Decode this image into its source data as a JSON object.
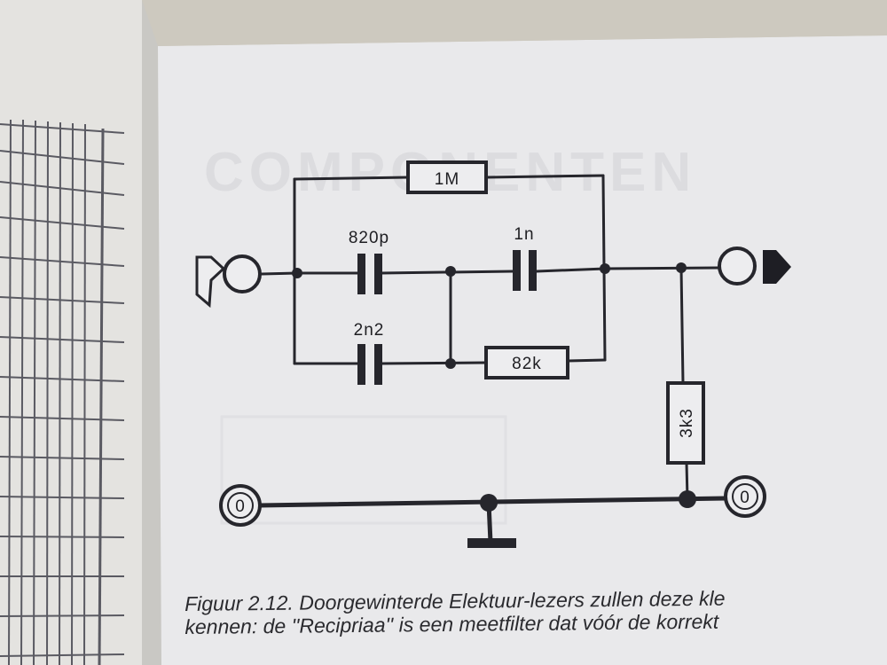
{
  "diagram": {
    "components": {
      "r_top": "1M",
      "c_820p": "820p",
      "c_1n": "1n",
      "c_2n2": "2n2",
      "r_82k": "82k",
      "r_3k3": "3k3"
    },
    "terminals": {
      "gnd_left": "0",
      "gnd_right": "0"
    }
  },
  "caption": {
    "line1": "Figuur 2.12. Doorgewinterde Elektuur-lezers zullen deze kle",
    "line2": "kennen: de ''Recipriaa'' is een meetfilter dat vóór de korrekt"
  }
}
